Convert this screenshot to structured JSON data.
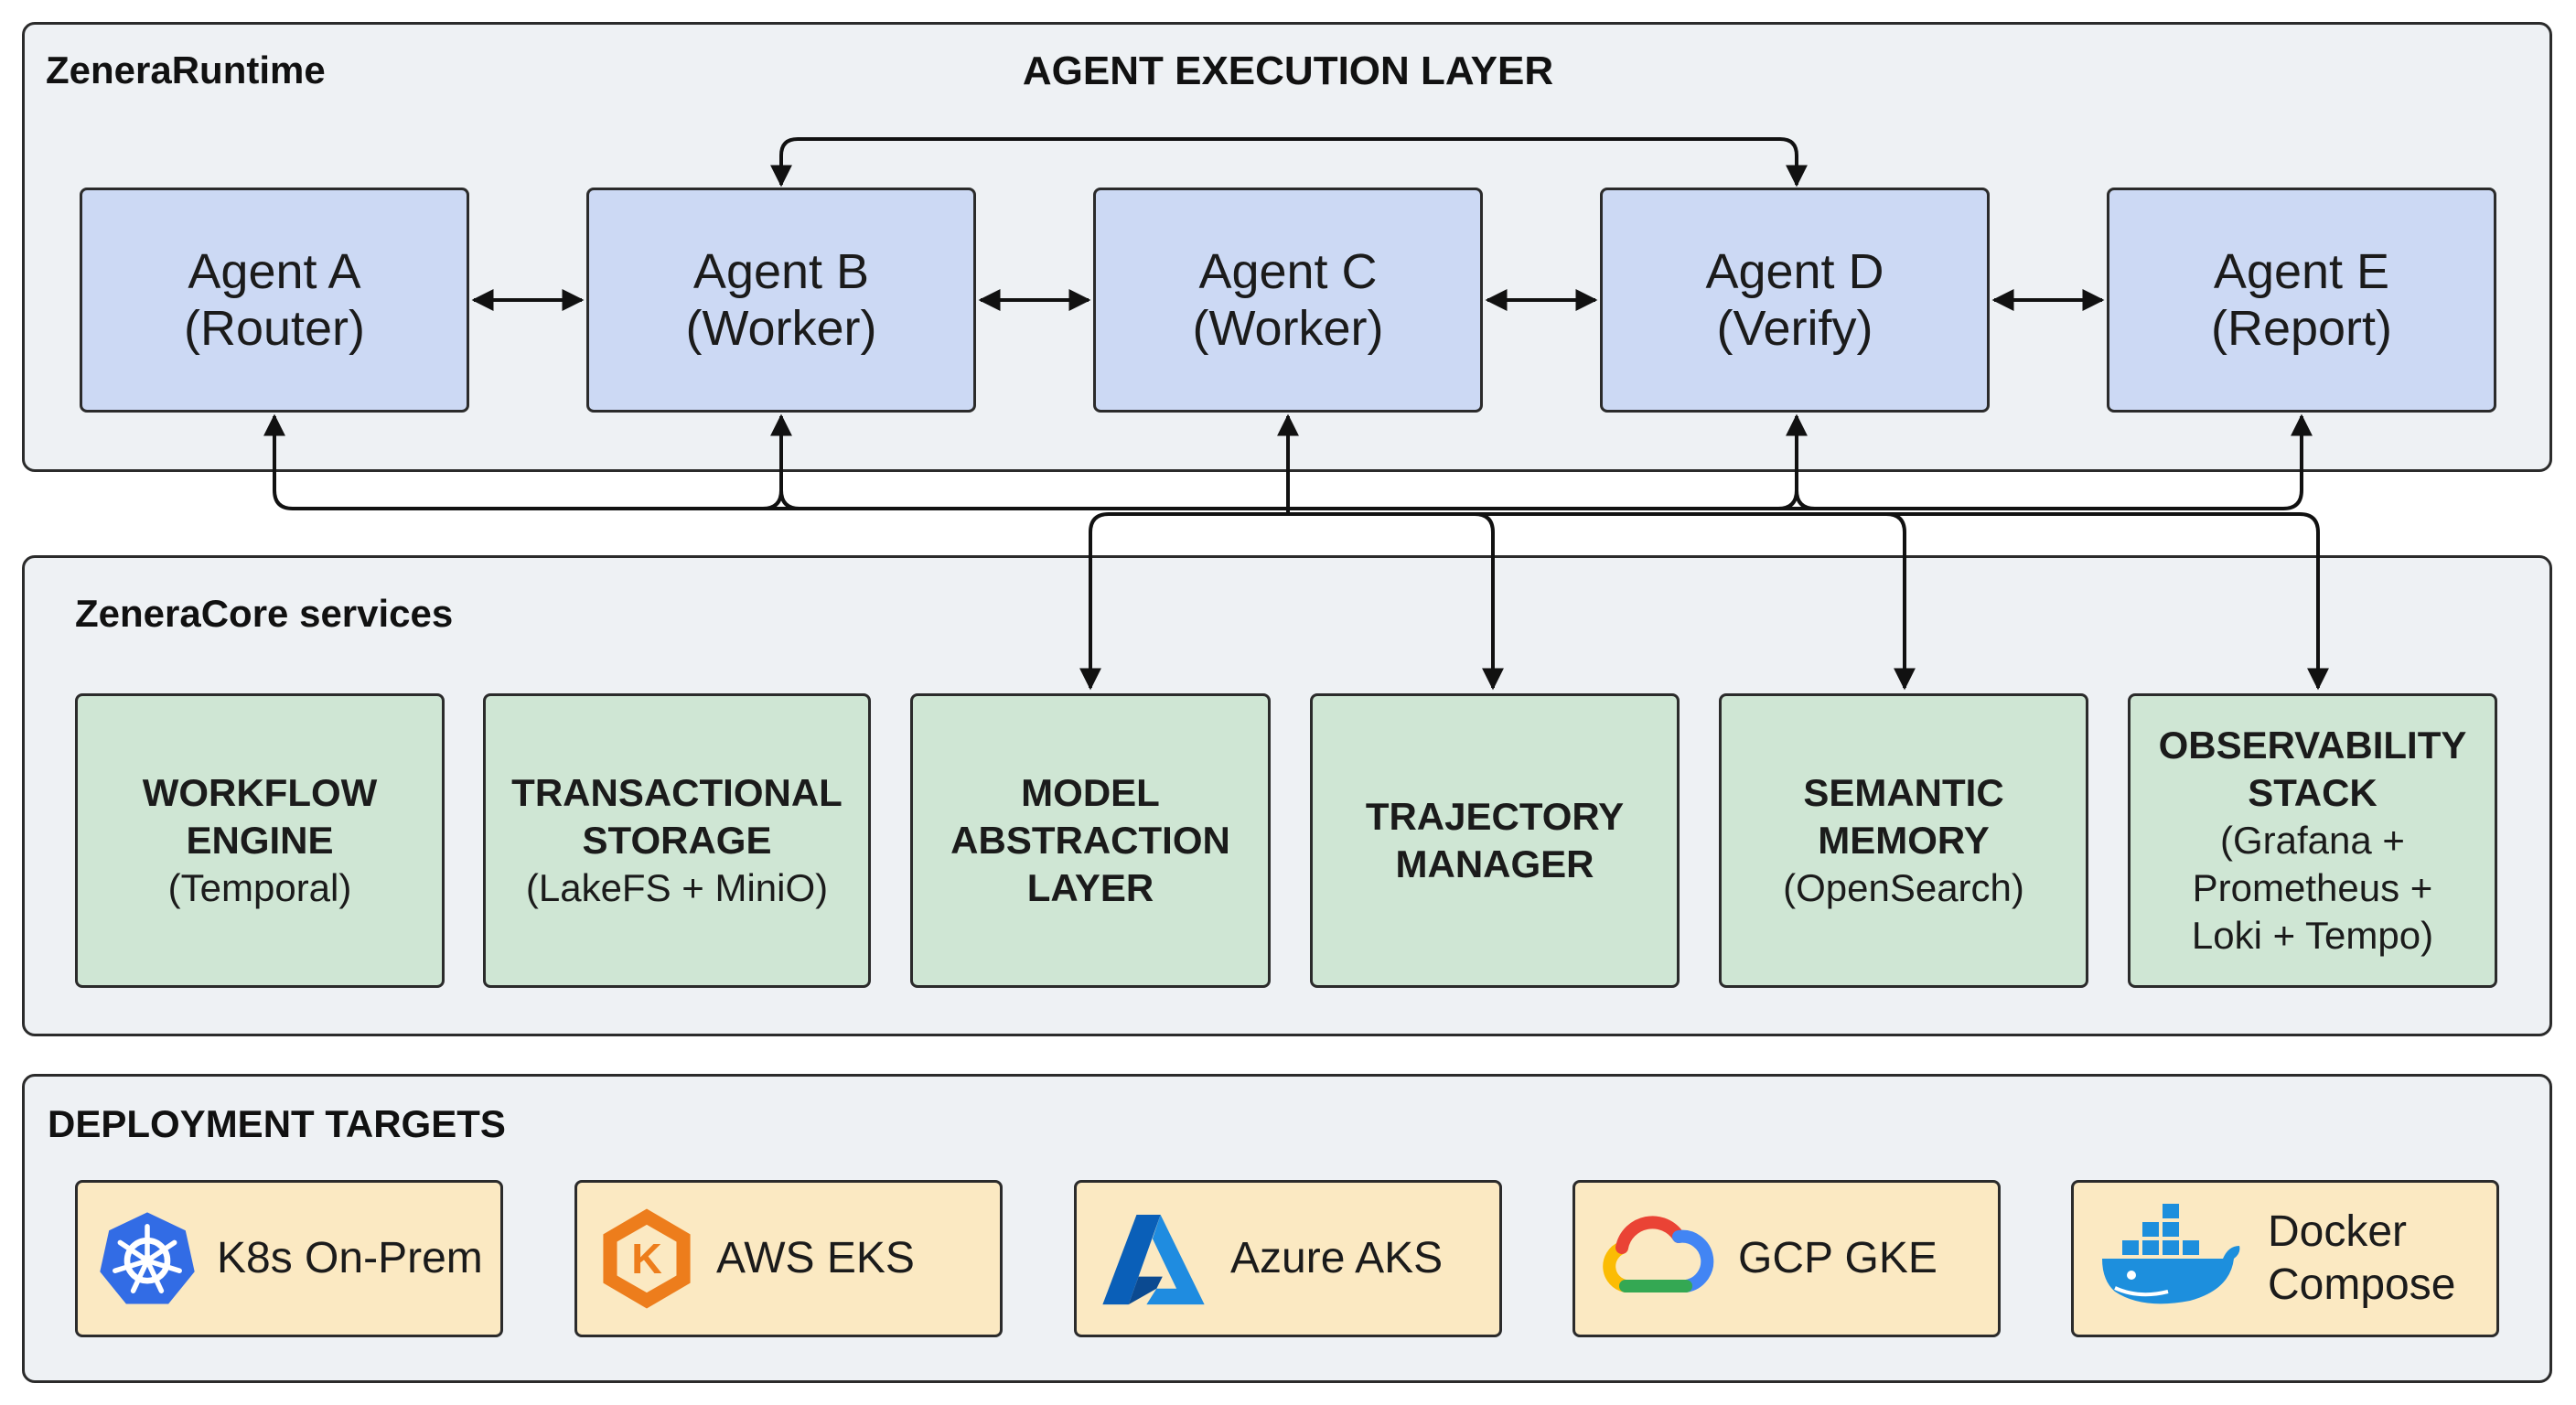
{
  "runtime": {
    "name": "ZeneraRuntime",
    "title": "AGENT EXECUTION LAYER",
    "agents": [
      {
        "name": "Agent A",
        "role": "(Router)"
      },
      {
        "name": "Agent B",
        "role": "(Worker)"
      },
      {
        "name": "Agent C",
        "role": "(Worker)"
      },
      {
        "name": "Agent D",
        "role": "(Verify)"
      },
      {
        "name": "Agent E",
        "role": "(Report)"
      }
    ]
  },
  "core": {
    "name": "ZeneraCore services",
    "services": [
      {
        "lines": [
          "WORKFLOW",
          "ENGINE"
        ],
        "detail": [
          "(Temporal)"
        ]
      },
      {
        "lines": [
          "TRANSACTIONAL",
          "STORAGE"
        ],
        "detail": [
          "(LakeFS + MiniO)"
        ]
      },
      {
        "lines": [
          "MODEL",
          "ABSTRACTION",
          "LAYER"
        ],
        "detail": []
      },
      {
        "lines": [
          "TRAJECTORY",
          "MANAGER"
        ],
        "detail": []
      },
      {
        "lines": [
          "SEMANTIC",
          "MEMORY"
        ],
        "detail": [
          "(OpenSearch)"
        ]
      },
      {
        "lines": [
          "OBSERVABILITY",
          "STACK"
        ],
        "detail": [
          "(Grafana +",
          "Prometheus +",
          "Loki + Tempo)"
        ]
      }
    ]
  },
  "deployment": {
    "title": "DEPLOYMENT TARGETS",
    "targets": [
      {
        "lines": [
          "K8s On-Prem"
        ],
        "icon": "kubernetes-icon"
      },
      {
        "lines": [
          "AWS EKS"
        ],
        "icon": "aws-eks-icon"
      },
      {
        "lines": [
          "Azure AKS"
        ],
        "icon": "azure-icon"
      },
      {
        "lines": [
          "GCP GKE"
        ],
        "icon": "gcp-cloud-icon"
      },
      {
        "lines": [
          "Docker",
          "Compose"
        ],
        "icon": "docker-whale-icon"
      }
    ]
  },
  "colors": {
    "agent_fill": "#ccd9f4",
    "service_fill": "#cfe6d4",
    "target_fill": "#fbe9c2",
    "panel_fill": "#eef1f4",
    "stroke": "#2b2b2b"
  }
}
